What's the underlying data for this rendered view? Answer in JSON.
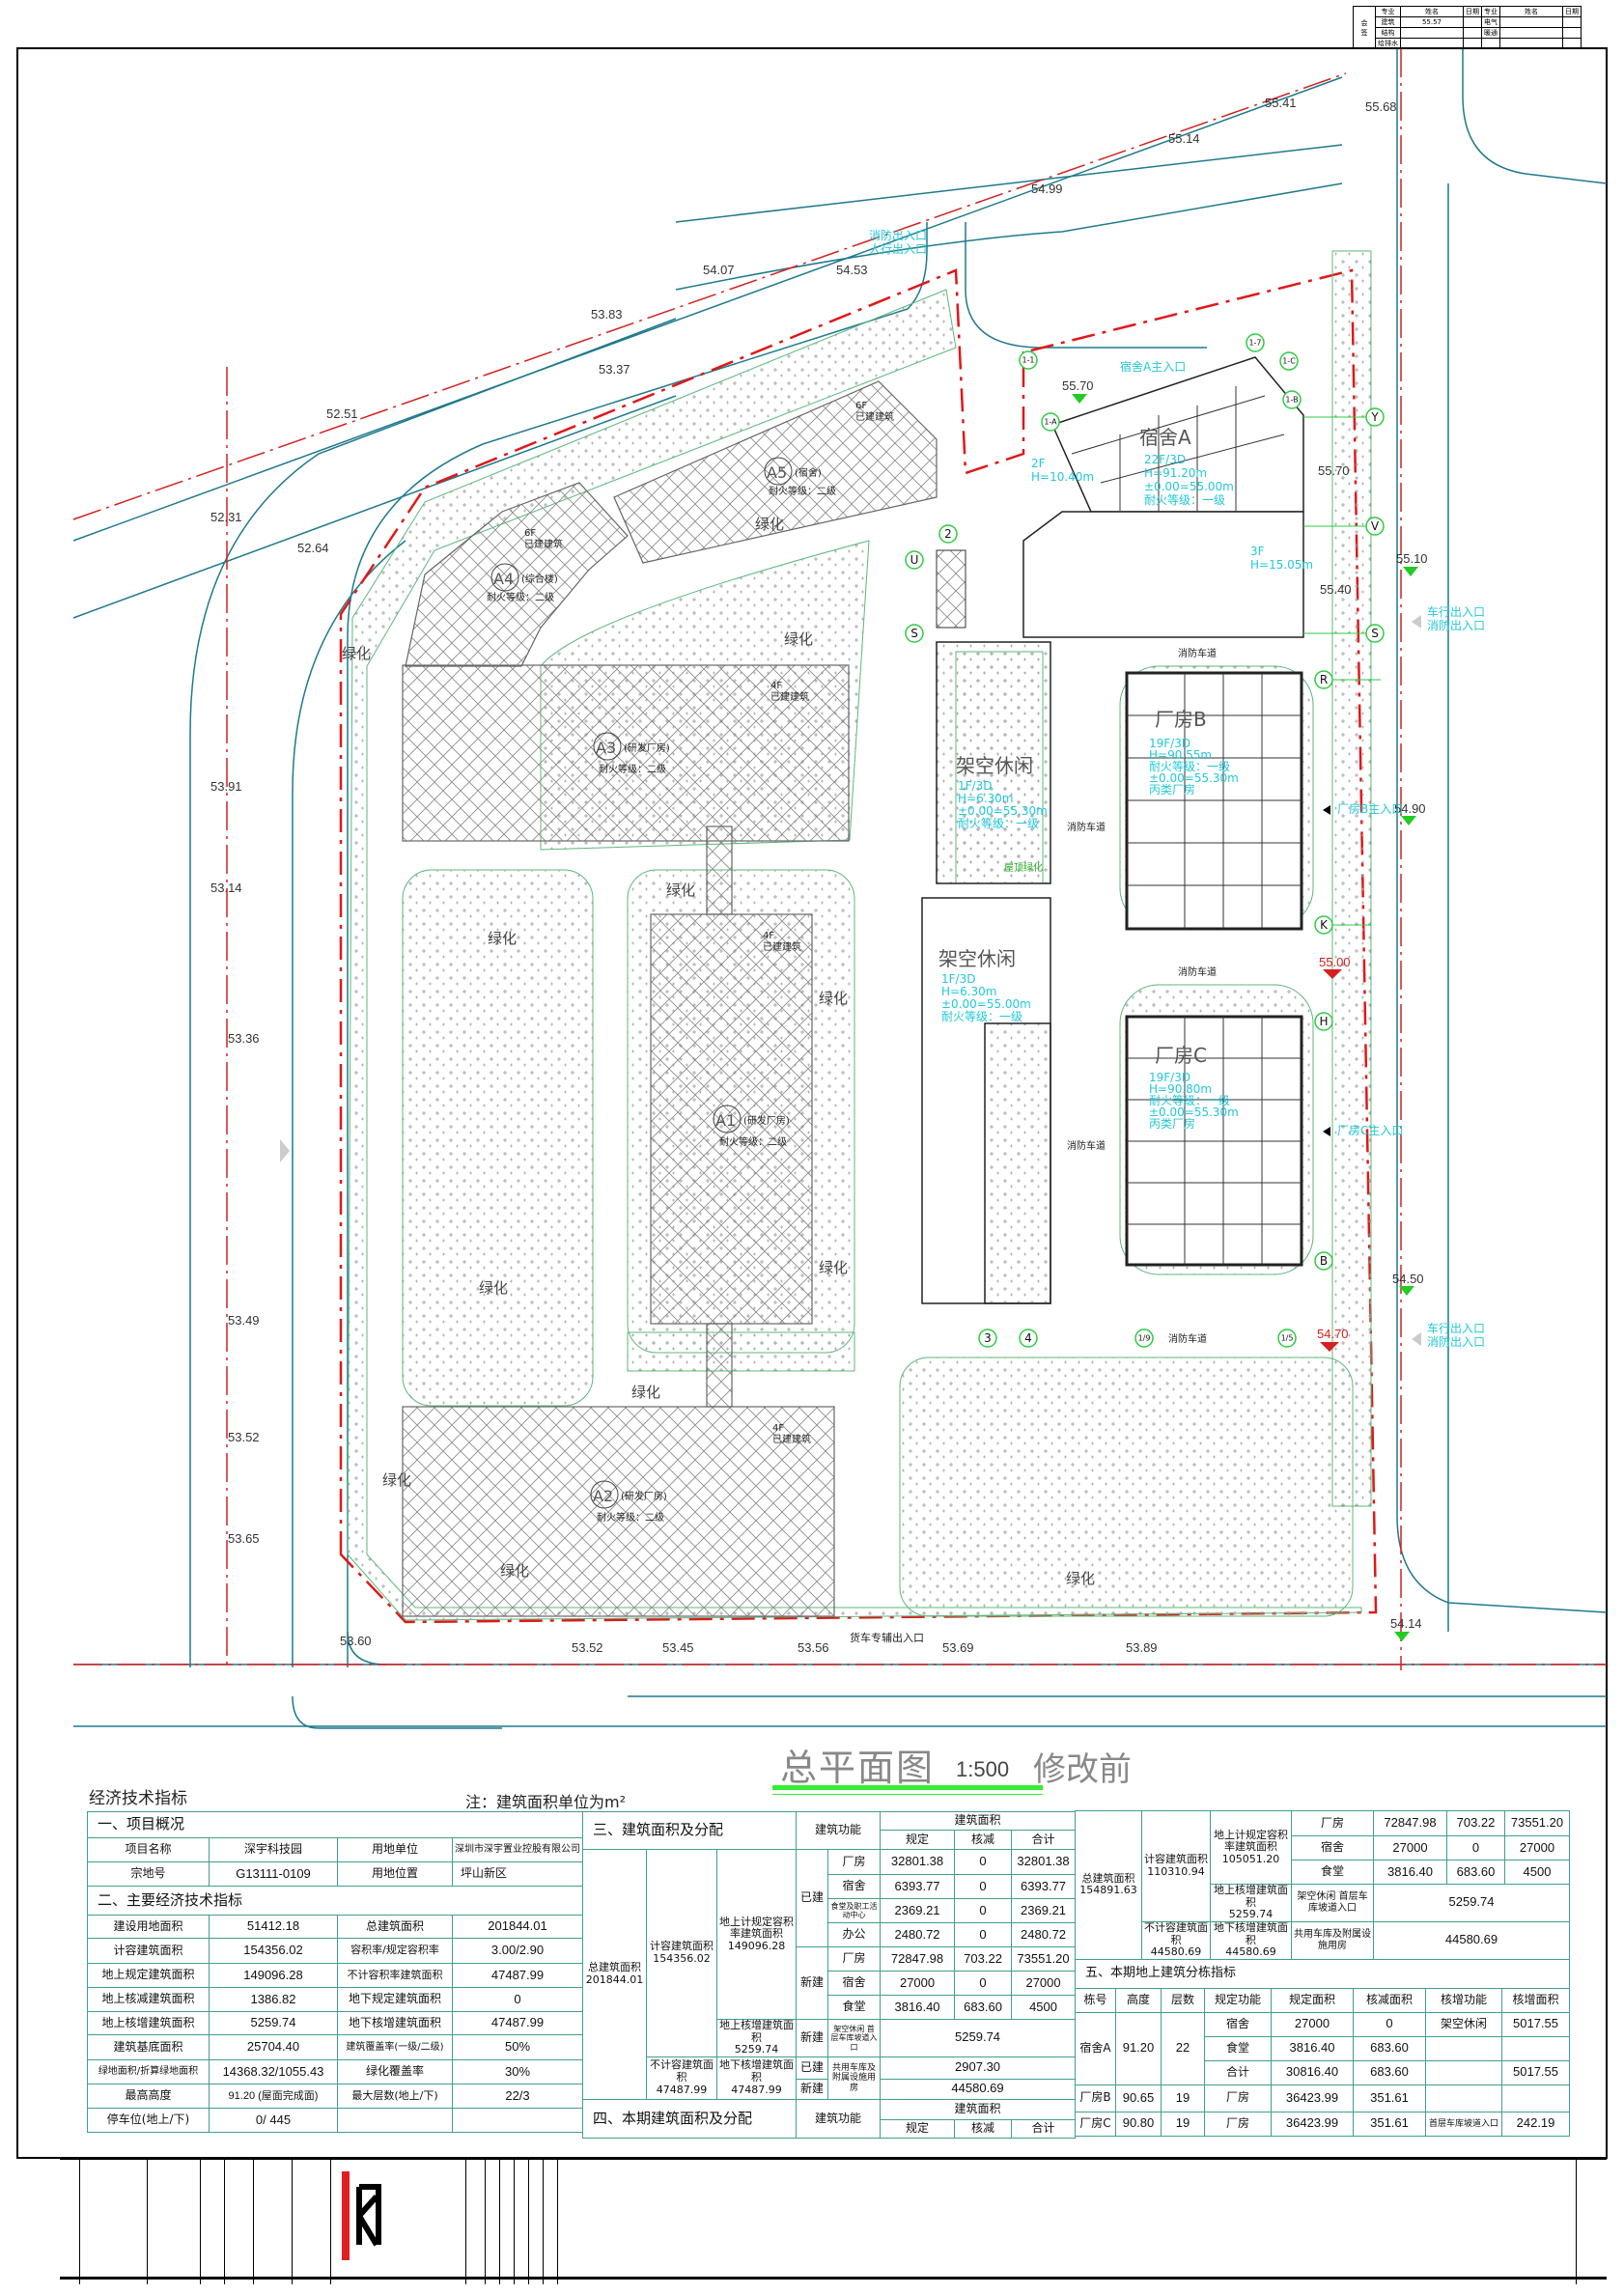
{
  "drawing": {
    "title": "总平面图",
    "scale": "1:500",
    "subtitle": "修改前",
    "note": "注：建筑面积单位为m²",
    "table_title": "经济技术指标"
  },
  "sign_block": {
    "side_label": [
      "会",
      "签"
    ],
    "headers": [
      "专业",
      "姓名",
      "日期",
      "专业",
      "姓名",
      "日期"
    ],
    "left_rows": [
      "建筑",
      "结构",
      "给排水"
    ],
    "right_rows": [
      "电气",
      "暖通"
    ],
    "overlay_value": "55.57"
  },
  "plan": {
    "elevations": [
      "55.41",
      "55.68",
      "55.14",
      "54.99",
      "54.07",
      "54.53",
      "53.83",
      "53.37",
      "52.51",
      "52.31",
      "52.64",
      "53.91",
      "53.14",
      "53.36",
      "53.49",
      "53.52",
      "53.65",
      "53.60",
      "53.52",
      "53.45",
      "53.56",
      "53.69",
      "53.89",
      "54.14",
      "54.50",
      "54.90",
      "55.00",
      "54.70",
      "55.10",
      "55.70",
      "55.70",
      "55.40"
    ],
    "green_label": "绿化",
    "buildings": {
      "A1": {
        "tag": "A1",
        "use": "(研发厂房)",
        "fire": "耐火等级：二级",
        "floors": "4F",
        "status": "已建建筑"
      },
      "A2": {
        "tag": "A2",
        "use": "(研发厂房)",
        "fire": "耐火等级：二级",
        "floors": "4F",
        "status": "已建建筑"
      },
      "A3": {
        "tag": "A3",
        "use": "(研发厂房)",
        "fire": "耐火等级：二级",
        "floors": "4F",
        "status": "已建建筑"
      },
      "A4": {
        "tag": "A4",
        "use": "(综合楼)",
        "fire": "耐火等级：二级",
        "floors": "6F",
        "status": "已建建筑"
      },
      "A5": {
        "tag": "A5",
        "use": "(宿舍)",
        "fire": "耐火等级：二级",
        "floors": "6F",
        "status": "已建建筑"
      }
    },
    "dorm_a": {
      "name": "宿舍A",
      "specs": [
        "22F/3D",
        "H=91.20m",
        "±0.00=55.00m",
        "耐火等级：一级"
      ],
      "podium": [
        "3F",
        "H=15.05m"
      ],
      "wing": [
        "2F",
        "H=10.40m"
      ],
      "entrance": "宿舍A主入口"
    },
    "factory_b": {
      "name": "厂房B",
      "specs": [
        "19F/3D",
        "H=90.55m",
        "耐火等级：一级",
        "±0.00=55.30m",
        "丙类厂房"
      ],
      "entrance": "厂房B主入口"
    },
    "factory_c": {
      "name": "厂房C",
      "specs": [
        "19F/3D",
        "H=90.80m",
        "耐火等级：一级",
        "±0.00=55.30m",
        "丙类厂房"
      ],
      "entrance": "厂房C主入口"
    },
    "pilotis_1": {
      "name": "架空休闲",
      "specs": [
        "1F/3D",
        "H=6.30m",
        "±0.00=55.30m",
        "耐火等级：一级"
      ],
      "roof": "屋顶绿化"
    },
    "pilotis_2": {
      "name": "架空休闲",
      "specs": [
        "1F/3D",
        "H=6.30m",
        "±0.00=55.00m",
        "耐火等级：一级"
      ]
    },
    "fire_lane": "消防车道",
    "entrances": {
      "top": [
        "消防出入口",
        "人行出入口"
      ],
      "right_upper": [
        "车行出入口",
        "消防出入口"
      ],
      "right_lower": [
        "车行出入口",
        "消防出入口"
      ],
      "bottom": "货车专辅出入口"
    },
    "axes": [
      "R",
      "K",
      "H",
      "B",
      "Y",
      "V",
      "S",
      "U",
      "S",
      "2",
      "3",
      "4",
      "1/9",
      "1/5",
      "1-1",
      "1-7",
      "1-C",
      "1-B",
      "1-A"
    ]
  },
  "table1": {
    "sec1": "一、项目概况",
    "project": [
      [
        "项目名称",
        "深宇科技园",
        "用地单位",
        "深圳市深宇置业控股有限公司"
      ],
      [
        "宗地号",
        "G13111-0109",
        "用地位置",
        "坪山新区"
      ]
    ],
    "sec2": "二、主要经济技术指标",
    "rows": [
      [
        "建设用地面积",
        "51412.18",
        "总建筑面积",
        "201844.01"
      ],
      [
        "计容建筑面积",
        "154356.02",
        "容积率/规定容积率",
        "3.00/2.90"
      ],
      [
        "地上规定建筑面积",
        "149096.28",
        "不计容积率建筑面积",
        "47487.99"
      ],
      [
        "地上核减建筑面积",
        "1386.82",
        "地下规定建筑面积",
        "0"
      ],
      [
        "地上核增建筑面积",
        "5259.74",
        "地下核增建筑面积",
        "47487.99"
      ],
      [
        "建筑基底面积",
        "25704.40",
        "建筑覆盖率(一级/二级)",
        "50%"
      ],
      [
        "绿地面积/折算绿地面积",
        "14368.32/1055.43",
        "绿化覆盖率",
        "30%"
      ],
      [
        "最高高度",
        "91.20 (屋面完成面)",
        "最大层数(地上/下)",
        "22/3"
      ],
      [
        "停车位(地上/下)",
        "0/ 445",
        "",
        ""
      ]
    ]
  },
  "table2": {
    "sec3": "三、建筑面积及分配",
    "func_header": "建筑功能",
    "area_header": "建筑面积",
    "sub_headers": [
      "规定",
      "核减",
      "合计"
    ],
    "total": {
      "label": "总建筑面积",
      "value": "201844.01"
    },
    "far": {
      "label": "计容建筑面积",
      "value": "154356.02"
    },
    "above_reg": {
      "label": "地上计规定容积率建筑面积",
      "value": "149096.28"
    },
    "built": "已建",
    "new": "新建",
    "built_rows": [
      [
        "厂房",
        "32801.38",
        "0",
        "32801.38"
      ],
      [
        "宿舍",
        "6393.77",
        "0",
        "6393.77"
      ],
      [
        "食堂及职工活动中心",
        "2369.21",
        "0",
        "2369.21"
      ],
      [
        "办公",
        "2480.72",
        "0",
        "2480.72"
      ]
    ],
    "new_rows": [
      [
        "厂房",
        "72847.98",
        "703.22",
        "73551.20"
      ],
      [
        "宿舍",
        "27000",
        "0",
        "27000"
      ],
      [
        "食堂",
        "3816.40",
        "683.60",
        "4500"
      ]
    ],
    "above_add": {
      "label": "地上核增建筑面积",
      "value": "5259.74",
      "func": "架空休闲 首层车库坡道入口",
      "area": "5259.74"
    },
    "non_far": {
      "label": "不计容建筑面积",
      "value": "47487.99"
    },
    "below_add": {
      "label": "地下核增建筑面积",
      "value": "47487.99"
    },
    "garage_func": "共用车库及附属设施用房",
    "garage_built": "2907.30",
    "garage_new": "44580.69",
    "sec4": "四、本期建筑面积及分配"
  },
  "table3": {
    "total": {
      "label": "总建筑面积",
      "value": "154891.63"
    },
    "far": {
      "label": "计容建筑面积",
      "value": "110310.94"
    },
    "above_reg": {
      "label": "地上计规定容积率建筑面积",
      "value": "105051.20"
    },
    "rows": [
      [
        "厂房",
        "72847.98",
        "703.22",
        "73551.20"
      ],
      [
        "宿舍",
        "27000",
        "0",
        "27000"
      ],
      [
        "食堂",
        "3816.40",
        "683.60",
        "4500"
      ]
    ],
    "above_add": {
      "label": "地上核增建筑面积",
      "value": "5259.74",
      "func": "架空休闲 首层车库坡道入口",
      "area": "5259.74"
    },
    "non_far": {
      "label": "不计容建筑面积",
      "value": "44580.69"
    },
    "below_add": {
      "label": "地下核增建筑面积",
      "value": "44580.69",
      "func": "共用车库及附属设施用房",
      "area": "44580.69"
    },
    "sec5": "五、本期地上建筑分栋指标",
    "headers": [
      "栋号",
      "高度",
      "层数",
      "规定功能",
      "规定面积",
      "核减面积",
      "核增功能",
      "核增面积"
    ],
    "dorm": {
      "name": "宿舍A",
      "height": "91.20",
      "floors": "22",
      "rows": [
        [
          "宿舍",
          "27000",
          "0",
          "架空休闲",
          "5017.55"
        ],
        [
          "食堂",
          "3816.40",
          "683.60",
          "",
          ""
        ],
        [
          "合计",
          "30816.40",
          "683.60",
          "",
          "5017.55"
        ]
      ]
    },
    "buildings": [
      [
        "厂房B",
        "90.65",
        "19",
        "厂房",
        "36423.99",
        "351.61",
        "",
        ""
      ],
      [
        "厂房C",
        "90.80",
        "19",
        "厂房",
        "36423.99",
        "351.61",
        "首层车库坡道入口",
        "242.19"
      ]
    ]
  }
}
